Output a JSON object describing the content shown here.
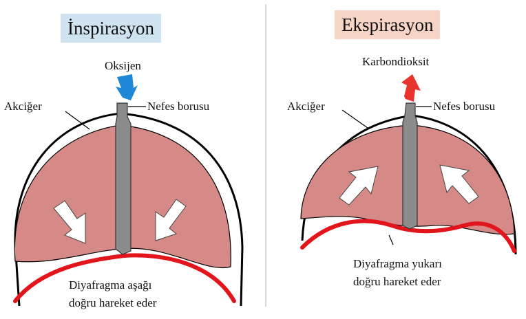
{
  "inspiration": {
    "title": "İnspirasyon",
    "gas_label": "Oksijen",
    "trachea_label": "Nefes borusu",
    "lung_label": "Akciğer",
    "diaphragm_label_line1": "Diyafragma aşağı",
    "diaphragm_label_line2": "doğru hareket eder",
    "gas_arrow_color": "#1e88d6",
    "title_bg": "#cfe3f1"
  },
  "expiration": {
    "title": "Ekspirasyon",
    "gas_label": "Karbondioksit",
    "trachea_label": "Nefes borusu",
    "lung_label": "Akciğer",
    "diaphragm_label_line1": "Diyafragma yukarı",
    "diaphragm_label_line2": "doğru hareket eder",
    "gas_arrow_color": "#e8332e",
    "title_bg": "#f7d5c6"
  },
  "colors": {
    "lung_fill": "#d58a87",
    "trachea_fill": "#8c8c8c",
    "diaphragm": "#e3151c"
  }
}
